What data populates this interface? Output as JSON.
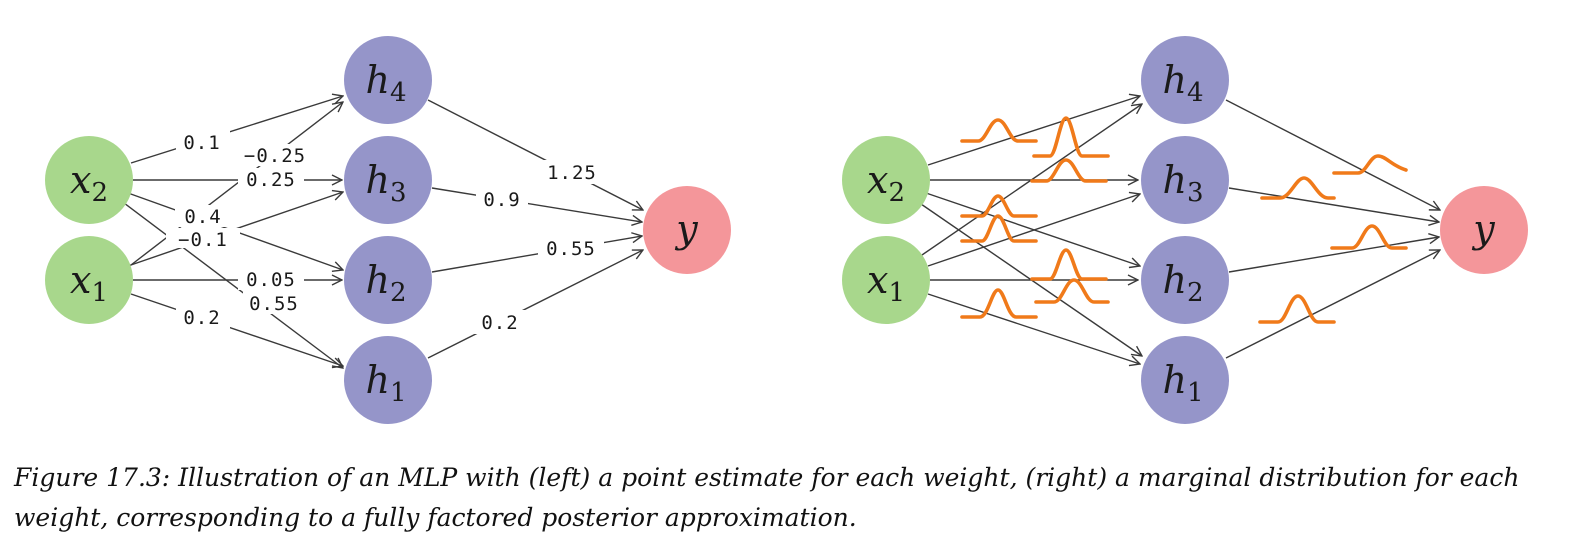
{
  "colors": {
    "input_node": "#a8d78c",
    "hidden_node": "#9595c9",
    "output_node": "#f4969a",
    "edge": "#3a3a3a",
    "distribution": "#f07a1a"
  },
  "nodes": {
    "x1": {
      "base": "x",
      "sub": "1"
    },
    "x2": {
      "base": "x",
      "sub": "2"
    },
    "h1": {
      "base": "h",
      "sub": "1"
    },
    "h2": {
      "base": "h",
      "sub": "2"
    },
    "h3": {
      "base": "h",
      "sub": "3"
    },
    "h4": {
      "base": "h",
      "sub": "4"
    },
    "y": {
      "base": "y",
      "sub": ""
    }
  },
  "left_weights": {
    "x2_h4": "0.1",
    "x1_h4": "−0.25",
    "x2_h3": "0.25",
    "x2_h2": "0.4",
    "x2_h1": "−0.1",
    "x1_h2": "0.05",
    "x1_h1": "0.55",
    "x1_h3": "0.2",
    "h4_y": "1.25",
    "h3_y": "0.9",
    "h2_y": "0.55",
    "h1_y": "0.2"
  },
  "caption": "Figure 17.3: Illustration of an MLP with (left) a point estimate for each weight, (right) a marginal distribution for each weight, corresponding to a fully factored posterior approximation."
}
